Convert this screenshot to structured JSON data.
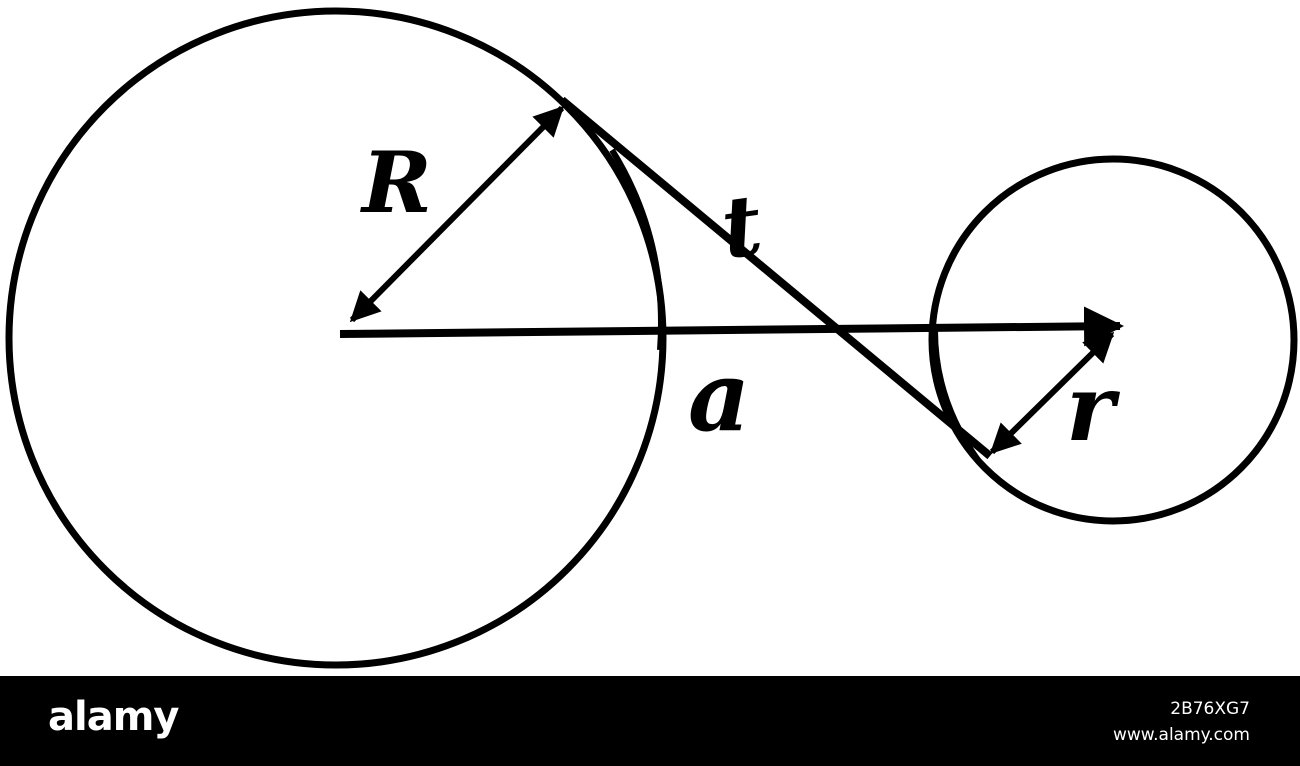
{
  "diagram": {
    "labels": {
      "R": "R",
      "t": "t",
      "a": "a",
      "r": "r"
    },
    "stroke_color": "#000000",
    "background": "#ffffff"
  },
  "watermark": {
    "brand": "alamy",
    "image_id": "2B76XG7",
    "site": "www.alamy.com",
    "banner_color": "#000000",
    "text_color": "#ffffff"
  }
}
